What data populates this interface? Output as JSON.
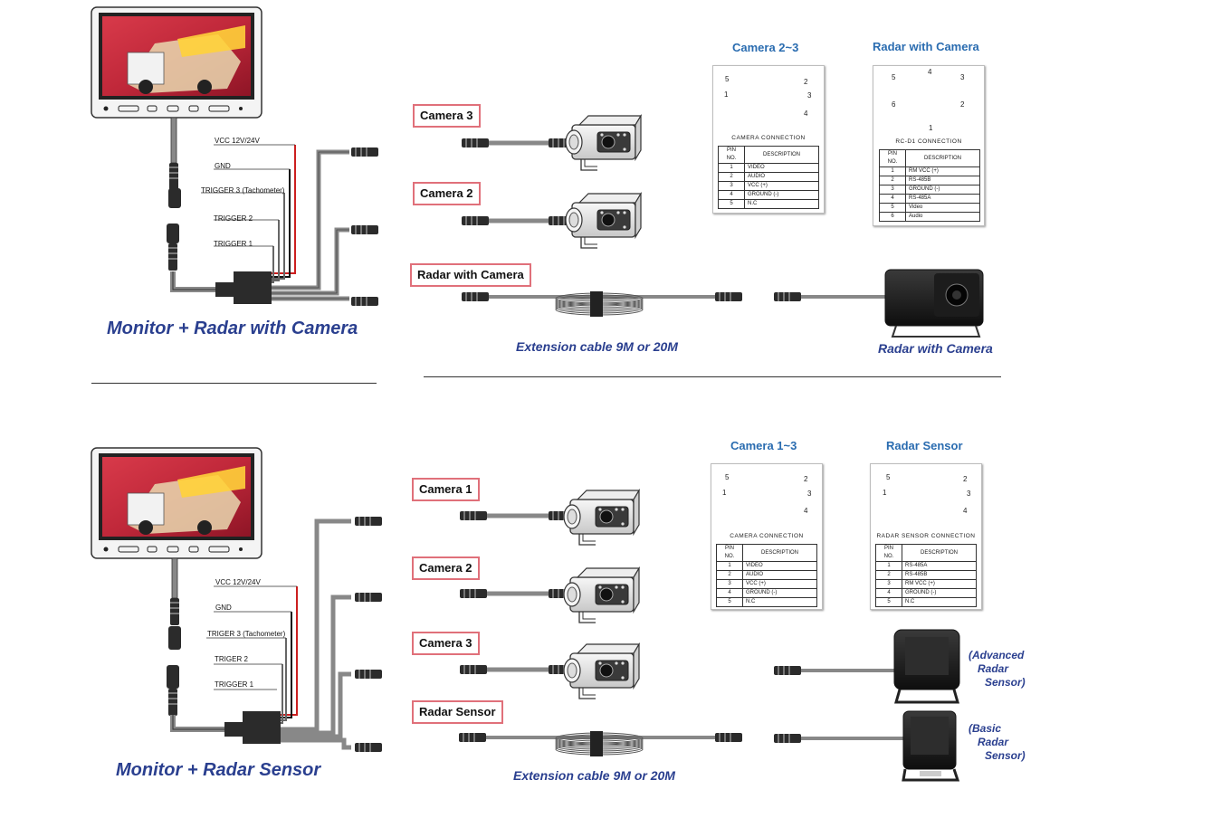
{
  "top": {
    "title": "Monitor + Radar with Camera",
    "wires": [
      "VCC 12V/24V",
      "GND",
      "TRIGGER 3 (Tachometer)",
      "TRIGGER 2",
      "TRIGGER 1"
    ],
    "labels": {
      "cam3": "Camera 3",
      "cam2": "Camera 2",
      "radar": "Radar with Camera"
    },
    "ext_cable": "Extension cable 9M or 20M",
    "radar_caption": "Radar with Camera",
    "pin_cam": {
      "title": "Camera 2~3",
      "conn_name": "CAMERA CONNECTION",
      "header": [
        "PIN NO.",
        "DESCRIPTION"
      ],
      "rows": [
        [
          "1",
          "VIDEO"
        ],
        [
          "2",
          "AUDIO"
        ],
        [
          "3",
          "VCC (+)"
        ],
        [
          "4",
          "GROUND (-)"
        ],
        [
          "5",
          "N.C"
        ]
      ]
    },
    "pin_radar": {
      "title": "Radar with Camera",
      "conn_name": "RC-D1 CONNECTION",
      "header": [
        "PIN NO.",
        "DESCRIPTION"
      ],
      "rows": [
        [
          "1",
          "RM VCC (+)"
        ],
        [
          "2",
          "RS-485B"
        ],
        [
          "3",
          "GROUND (-)"
        ],
        [
          "4",
          "RS-485A"
        ],
        [
          "5",
          "Video"
        ],
        [
          "6",
          "Audio"
        ]
      ]
    }
  },
  "bottom": {
    "title": "Monitor + Radar Sensor",
    "wires": [
      "VCC 12V/24V",
      "GND",
      "TRIGER 3 (Tachometer)",
      "TRIGER 2",
      "TRIGGER 1"
    ],
    "labels": {
      "cam1": "Camera 1",
      "cam2": "Camera 2",
      "cam3": "Camera 3",
      "radar": "Radar Sensor"
    },
    "ext_cable": "Extension cable 9M or 20M",
    "advanced": [
      "(Advanced",
      "Radar",
      "Sensor)"
    ],
    "basic": [
      "(Basic",
      "Radar",
      "Sensor)"
    ],
    "pin_cam": {
      "title": "Camera 1~3",
      "conn_name": "CAMERA CONNECTION",
      "header": [
        "PIN NO.",
        "DESCRIPTION"
      ],
      "rows": [
        [
          "1",
          "VIDEO"
        ],
        [
          "2",
          "AUDIO"
        ],
        [
          "3",
          "VCC (+)"
        ],
        [
          "4",
          "GROUND (-)"
        ],
        [
          "5",
          "N.C"
        ]
      ]
    },
    "pin_radar": {
      "title": "Radar Sensor",
      "conn_name": "RADAR SENSOR CONNECTION",
      "header": [
        "PIN NO.",
        "DESCRIPTION"
      ],
      "rows": [
        [
          "1",
          "RS-485A"
        ],
        [
          "2",
          "RS-485B"
        ],
        [
          "3",
          "RM VCC (+)"
        ],
        [
          "4",
          "GROUND (-)"
        ],
        [
          "5",
          "N.C"
        ]
      ]
    }
  },
  "colors": {
    "label_border": "#e0707a",
    "title_blue": "#2a3f8f",
    "pin_title_blue": "#2a6cb0",
    "screen_red": "#c0283a",
    "wire_red": "#cc1f1f"
  }
}
